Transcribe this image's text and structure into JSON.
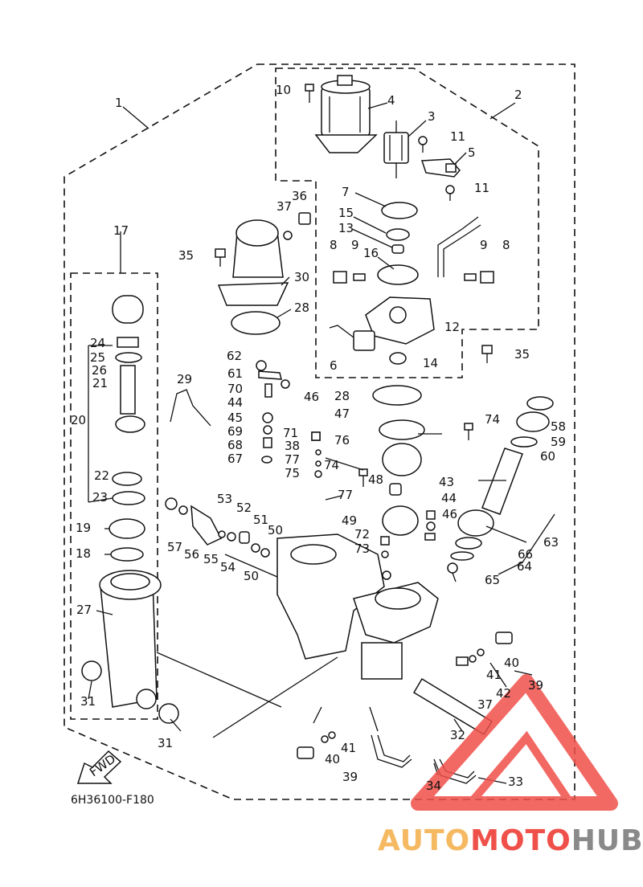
{
  "diagram_code": "6H36100-F180",
  "direction_label": "FWD",
  "watermark": {
    "part_a": "AUTO",
    "part_b": "MOTO",
    "part_c": "HUB",
    "color_a": "#f5b962",
    "color_b": "#f0504a",
    "color_c": "#8a8a8a"
  },
  "labels": [
    {
      "id": "l1",
      "t": "1"
    },
    {
      "id": "l2",
      "t": "2"
    },
    {
      "id": "l3",
      "t": "3"
    },
    {
      "id": "l4",
      "t": "4"
    },
    {
      "id": "l5",
      "t": "5"
    },
    {
      "id": "l6",
      "t": "6"
    },
    {
      "id": "l7",
      "t": "7"
    },
    {
      "id": "l8a",
      "t": "8"
    },
    {
      "id": "l8b",
      "t": "8"
    },
    {
      "id": "l9a",
      "t": "9"
    },
    {
      "id": "l9b",
      "t": "9"
    },
    {
      "id": "l10",
      "t": "10"
    },
    {
      "id": "l11a",
      "t": "11"
    },
    {
      "id": "l11b",
      "t": "11"
    },
    {
      "id": "l12",
      "t": "12"
    },
    {
      "id": "l13",
      "t": "13"
    },
    {
      "id": "l14",
      "t": "14"
    },
    {
      "id": "l15",
      "t": "15"
    },
    {
      "id": "l16",
      "t": "16"
    },
    {
      "id": "l17",
      "t": "17"
    },
    {
      "id": "l18",
      "t": "18"
    },
    {
      "id": "l19",
      "t": "19"
    },
    {
      "id": "l20",
      "t": "20"
    },
    {
      "id": "l21",
      "t": "21"
    },
    {
      "id": "l22",
      "t": "22"
    },
    {
      "id": "l23",
      "t": "23"
    },
    {
      "id": "l24",
      "t": "24"
    },
    {
      "id": "l25",
      "t": "25"
    },
    {
      "id": "l26",
      "t": "26"
    },
    {
      "id": "l27",
      "t": "27"
    },
    {
      "id": "l28a",
      "t": "28"
    },
    {
      "id": "l28b",
      "t": "28"
    },
    {
      "id": "l29",
      "t": "29"
    },
    {
      "id": "l30",
      "t": "30"
    },
    {
      "id": "l31a",
      "t": "31"
    },
    {
      "id": "l31b",
      "t": "31"
    },
    {
      "id": "l32",
      "t": "32"
    },
    {
      "id": "l33",
      "t": "33"
    },
    {
      "id": "l34",
      "t": "34"
    },
    {
      "id": "l35a",
      "t": "35"
    },
    {
      "id": "l35b",
      "t": "35"
    },
    {
      "id": "l36",
      "t": "36"
    },
    {
      "id": "l37a",
      "t": "37"
    },
    {
      "id": "l37b",
      "t": "37"
    },
    {
      "id": "l38",
      "t": "38"
    },
    {
      "id": "l39a",
      "t": "39"
    },
    {
      "id": "l39b",
      "t": "39"
    },
    {
      "id": "l40a",
      "t": "40"
    },
    {
      "id": "l40b",
      "t": "40"
    },
    {
      "id": "l41a",
      "t": "41"
    },
    {
      "id": "l41b",
      "t": "41"
    },
    {
      "id": "l42",
      "t": "42"
    },
    {
      "id": "l43",
      "t": "43"
    },
    {
      "id": "l44a",
      "t": "44"
    },
    {
      "id": "l44b",
      "t": "44"
    },
    {
      "id": "l45",
      "t": "45"
    },
    {
      "id": "l46a",
      "t": "46"
    },
    {
      "id": "l46b",
      "t": "46"
    },
    {
      "id": "l47",
      "t": "47"
    },
    {
      "id": "l48",
      "t": "48"
    },
    {
      "id": "l49",
      "t": "49"
    },
    {
      "id": "l50a",
      "t": "50"
    },
    {
      "id": "l50b",
      "t": "50"
    },
    {
      "id": "l51",
      "t": "51"
    },
    {
      "id": "l52",
      "t": "52"
    },
    {
      "id": "l53",
      "t": "53"
    },
    {
      "id": "l54",
      "t": "54"
    },
    {
      "id": "l55",
      "t": "55"
    },
    {
      "id": "l56",
      "t": "56"
    },
    {
      "id": "l57",
      "t": "57"
    },
    {
      "id": "l58",
      "t": "58"
    },
    {
      "id": "l59",
      "t": "59"
    },
    {
      "id": "l60",
      "t": "60"
    },
    {
      "id": "l61",
      "t": "61"
    },
    {
      "id": "l62",
      "t": "62"
    },
    {
      "id": "l63",
      "t": "63"
    },
    {
      "id": "l64",
      "t": "64"
    },
    {
      "id": "l65",
      "t": "65"
    },
    {
      "id": "l66",
      "t": "66"
    },
    {
      "id": "l67",
      "t": "67"
    },
    {
      "id": "l68",
      "t": "68"
    },
    {
      "id": "l69",
      "t": "69"
    },
    {
      "id": "l70",
      "t": "70"
    },
    {
      "id": "l71",
      "t": "71"
    },
    {
      "id": "l72",
      "t": "72"
    },
    {
      "id": "l73",
      "t": "73"
    },
    {
      "id": "l74a",
      "t": "74"
    },
    {
      "id": "l74b",
      "t": "74"
    },
    {
      "id": "l75",
      "t": "75"
    },
    {
      "id": "l76",
      "t": "76"
    },
    {
      "id": "l77a",
      "t": "77"
    },
    {
      "id": "l77b",
      "t": "77"
    }
  ]
}
